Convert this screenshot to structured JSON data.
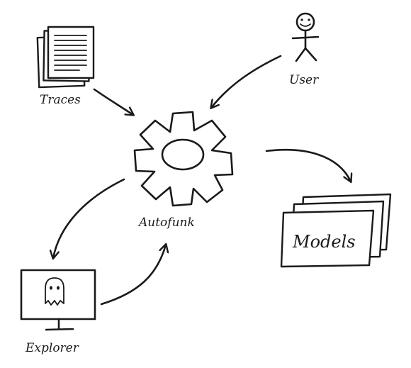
{
  "labels": {
    "traces": "Traces",
    "user": "User",
    "autofunk": "Autofunk",
    "models": "Models",
    "explorer": "Explorer"
  },
  "icons": {
    "traces": "document-stack-icon",
    "user": "stick-figure-icon",
    "autofunk": "gear-icon",
    "models": "card-stack-icon",
    "explorer": "monitor-ghost-icon"
  }
}
